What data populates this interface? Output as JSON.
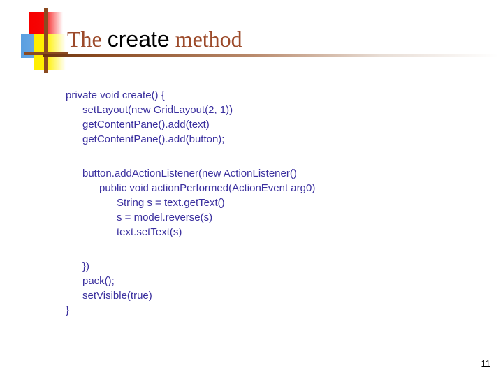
{
  "slide": {
    "title": {
      "part_1": "The ",
      "part_2": "create",
      "part_3": " method"
    },
    "page_number": "11",
    "colors": {
      "title_serif": "#9c4a2a",
      "title_sans": "#000000",
      "code_text": "#3a2f9e",
      "logo_red": "#f70000",
      "logo_blue": "#5a9fe0",
      "logo_yellow": "#ffee00",
      "logo_cross": "#8a4a20",
      "rule_start": "#6b3410"
    },
    "code_blocks": [
      {
        "lines": [
          {
            "text": "private void create() {",
            "indent": 0
          },
          {
            "text": "setLayout(new GridLayout(2, 1))",
            "indent": 1
          },
          {
            "text": "getContentPane().add(text)",
            "indent": 1
          },
          {
            "text": "getContentPane().add(button);",
            "indent": 1
          }
        ]
      },
      {
        "lines": [
          {
            "text": "button.addActionListener(new ActionListener()",
            "indent": 1
          },
          {
            "text": "public void actionPerformed(ActionEvent arg0)",
            "indent": 2
          },
          {
            "text": "String s = text.getText()",
            "indent": 3
          },
          {
            "text": "s = model.reverse(s)",
            "indent": 3
          },
          {
            "text": "text.setText(s)",
            "indent": 3
          }
        ]
      },
      {
        "lines": [
          {
            "text": "})",
            "indent": 1
          },
          {
            "text": "pack();",
            "indent": 1
          },
          {
            "text": "setVisible(true)",
            "indent": 1
          },
          {
            "text": "}",
            "indent": 0
          }
        ]
      }
    ]
  }
}
